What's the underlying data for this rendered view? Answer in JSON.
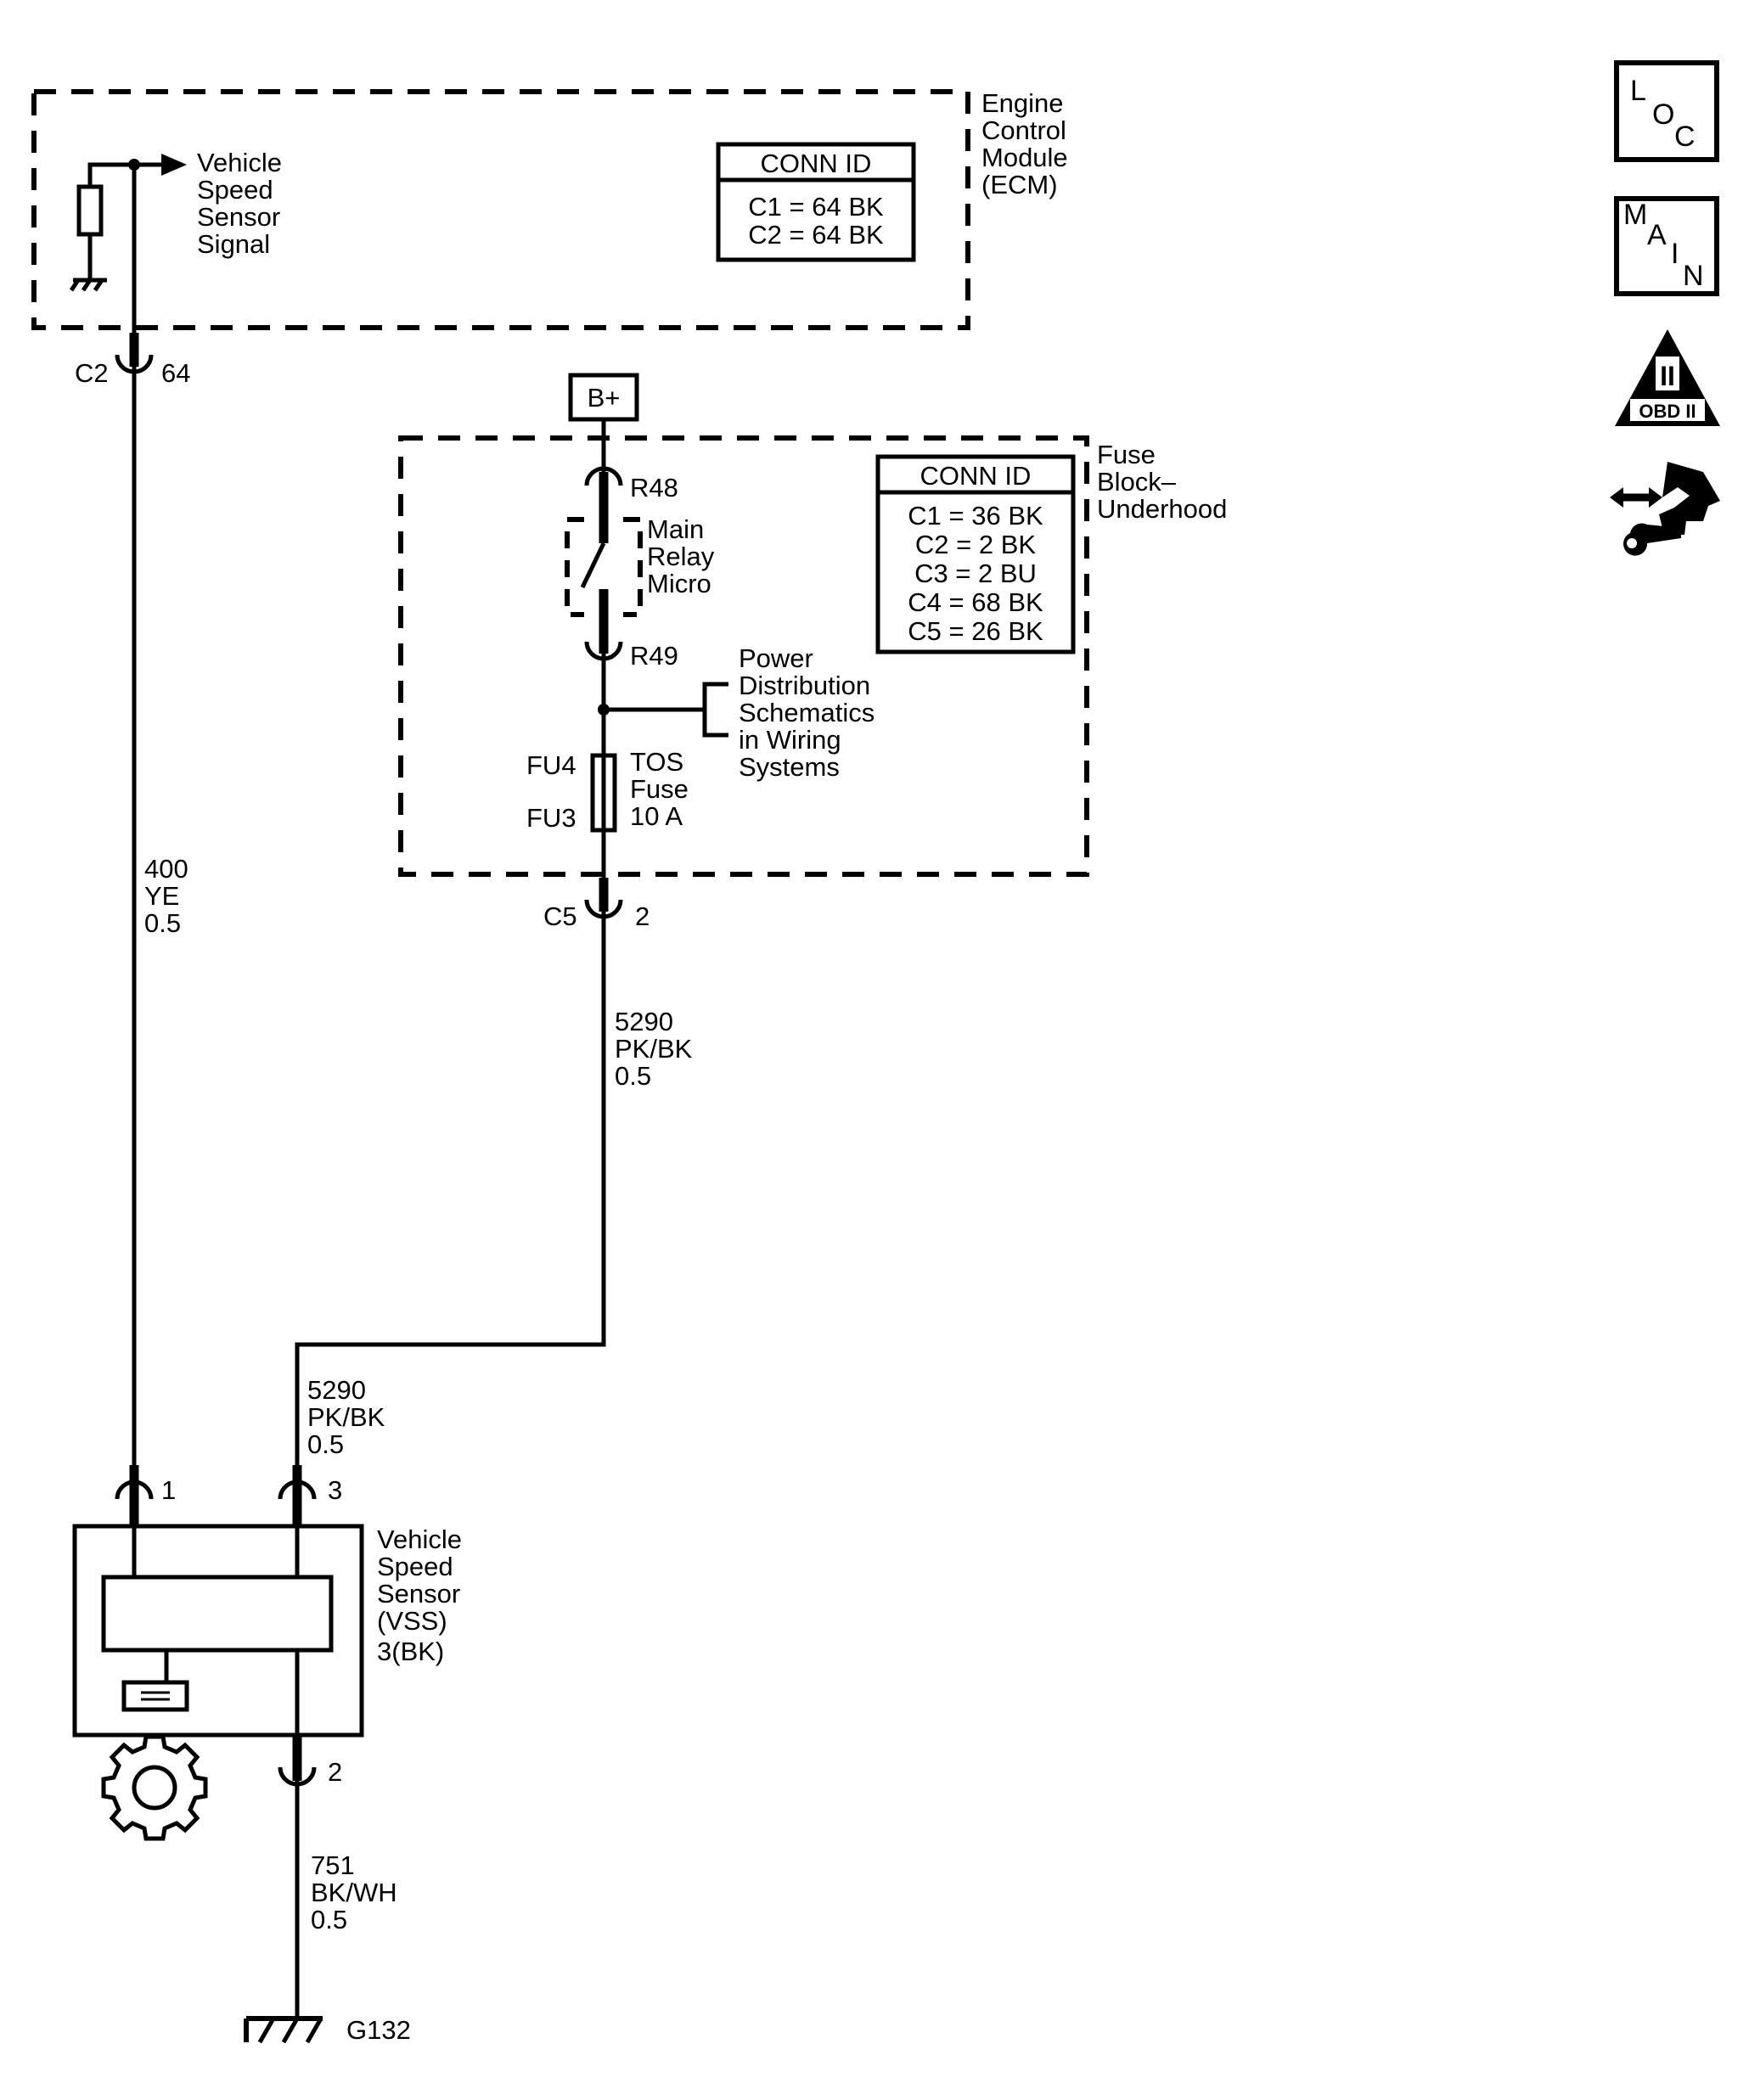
{
  "ecm": {
    "name_lines": [
      "Engine",
      "Control",
      "Module",
      "(ECM)"
    ],
    "signal_lines": [
      "Vehicle",
      "Speed",
      "Sensor",
      "Signal"
    ],
    "conn_id": {
      "header": "CONN ID",
      "rows": [
        "C1 = 64 BK",
        "C2 = 64 BK"
      ]
    },
    "connector": {
      "id": "C2",
      "pin": "64"
    }
  },
  "fuse_block": {
    "name_lines": [
      "Fuse",
      "Block–",
      "Underhood"
    ],
    "conn_id": {
      "header": "CONN ID",
      "rows": [
        "C1 = 36 BK",
        "C2 = 2 BK",
        "C3 = 2 BU",
        "C4 = 68 BK",
        "C5 = 26 BK"
      ]
    },
    "relay_lines": [
      "Main",
      "Relay",
      "Micro"
    ],
    "relay_in": "R48",
    "relay_out": "R49",
    "power_ref_lines": [
      "Power",
      "Distribution",
      "Schematics",
      "in Wiring",
      "Systems"
    ],
    "fuse_terminal_top": "FU4",
    "fuse_terminal_bottom": "FU3",
    "fuse_lines": [
      "TOS",
      "Fuse",
      "10 A"
    ],
    "connector": {
      "id": "C5",
      "pin": "2"
    }
  },
  "battery_label": "B+",
  "wires": {
    "signal": [
      "400",
      "YE",
      "0.5"
    ],
    "power_upper": [
      "5290",
      "PK/BK",
      "0.5"
    ],
    "power_lower": [
      "5290",
      "PK/BK",
      "0.5"
    ],
    "ground": [
      "751",
      "BK/WH",
      "0.5"
    ]
  },
  "vss": {
    "name_lines": [
      "Vehicle",
      "Speed",
      "Sensor",
      "(VSS)",
      "3(BK)"
    ],
    "pin_signal": "1",
    "pin_power": "3",
    "pin_ground": "2"
  },
  "ground_id": "G132",
  "side_icons": {
    "loc": {
      "letters": [
        "L",
        "O",
        "C"
      ],
      "icon": "location-icon"
    },
    "main": {
      "letters": [
        "M",
        "A",
        "I",
        "N"
      ],
      "icon": "main-schematic-icon"
    },
    "obd": {
      "top": "II",
      "label": "OBD II",
      "icon": "obd-ii-icon"
    },
    "service": {
      "icon": "service-precautions-icon"
    }
  }
}
